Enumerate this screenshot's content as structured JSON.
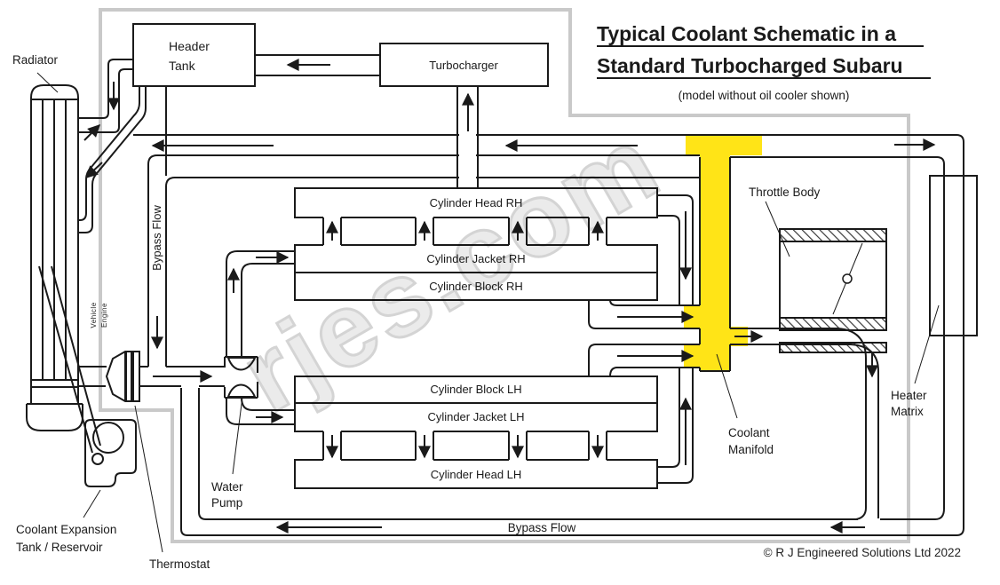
{
  "title": {
    "line1": "Typical Coolant Schematic in a",
    "line2": "Standard Turbocharged Subaru",
    "subtitle": "(model without oil cooler shown)"
  },
  "watermark": "rjes.com",
  "copyright": "© R J Engineered Solutions Ltd 2022",
  "colors": {
    "highlight_yellow": "#ffe417",
    "engine_boundary_gray": "#c9c9c9",
    "line_black": "#1a1a1a",
    "watermark_gray": "#c4c4c4"
  },
  "labels": {
    "radiator": "Radiator",
    "header_tank": [
      "Header",
      "Tank"
    ],
    "turbocharger": "Turbocharger",
    "bypass_flow_vertical": "Bypass Flow",
    "vehicle_engine": [
      "Vehicle",
      "Engine"
    ],
    "cylinder_head_rh": "Cylinder Head RH",
    "cylinder_jacket_rh": "Cylinder Jacket RH",
    "cylinder_block_rh": "Cylinder Block RH",
    "cylinder_block_lh": "Cylinder Block LH",
    "cylinder_jacket_lh": "Cylinder Jacket LH",
    "cylinder_head_lh": "Cylinder Head LH",
    "throttle_body": "Throttle Body",
    "heater_matrix": [
      "Heater",
      "Matrix"
    ],
    "coolant_manifold": [
      "Coolant",
      "Manifold"
    ],
    "water_pump": [
      "Water",
      "Pump"
    ],
    "thermostat": "Thermostat",
    "expansion_tank": [
      "Coolant Expansion",
      "Tank / Reservoir"
    ],
    "bypass_flow_bottom": "Bypass Flow"
  }
}
